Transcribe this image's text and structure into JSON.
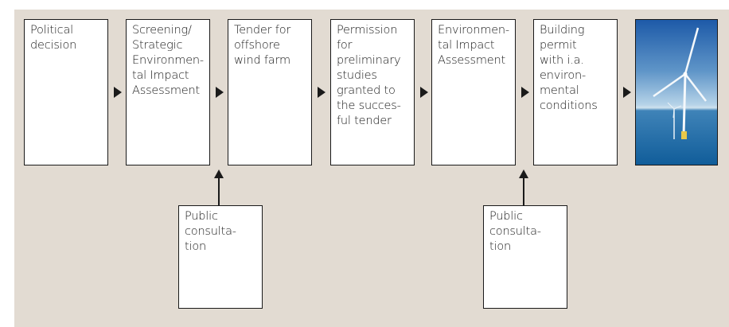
{
  "steps": [
    {
      "label": "Political\ndecision"
    },
    {
      "label": "Screening/\nStrategic\nEnvironmen-\ntal Impact\nAssessment"
    },
    {
      "label": "Tender for\noffshore\nwind farm"
    },
    {
      "label": "Permission\nfor\npreliminary\nstudies\ngranted to\nthe succes-\nful tender"
    },
    {
      "label": "Environmen-\ntal Impact\nAssessment"
    },
    {
      "label": "Building\npermit\nwith i.a.\nenviron-\nmental\nconditions"
    }
  ],
  "consultations": [
    {
      "label": "Public\nconsulta-\ntion"
    },
    {
      "label": "Public\nconsulta-\ntion"
    }
  ],
  "colors": {
    "background": "#e2dbd2",
    "box_fill": "#ffffff",
    "stroke": "#1a1a1a",
    "sky_top": "#1d5aa8",
    "sea": "#0f5c99"
  },
  "photo": {
    "subject": "offshore-wind-turbine-photo"
  }
}
